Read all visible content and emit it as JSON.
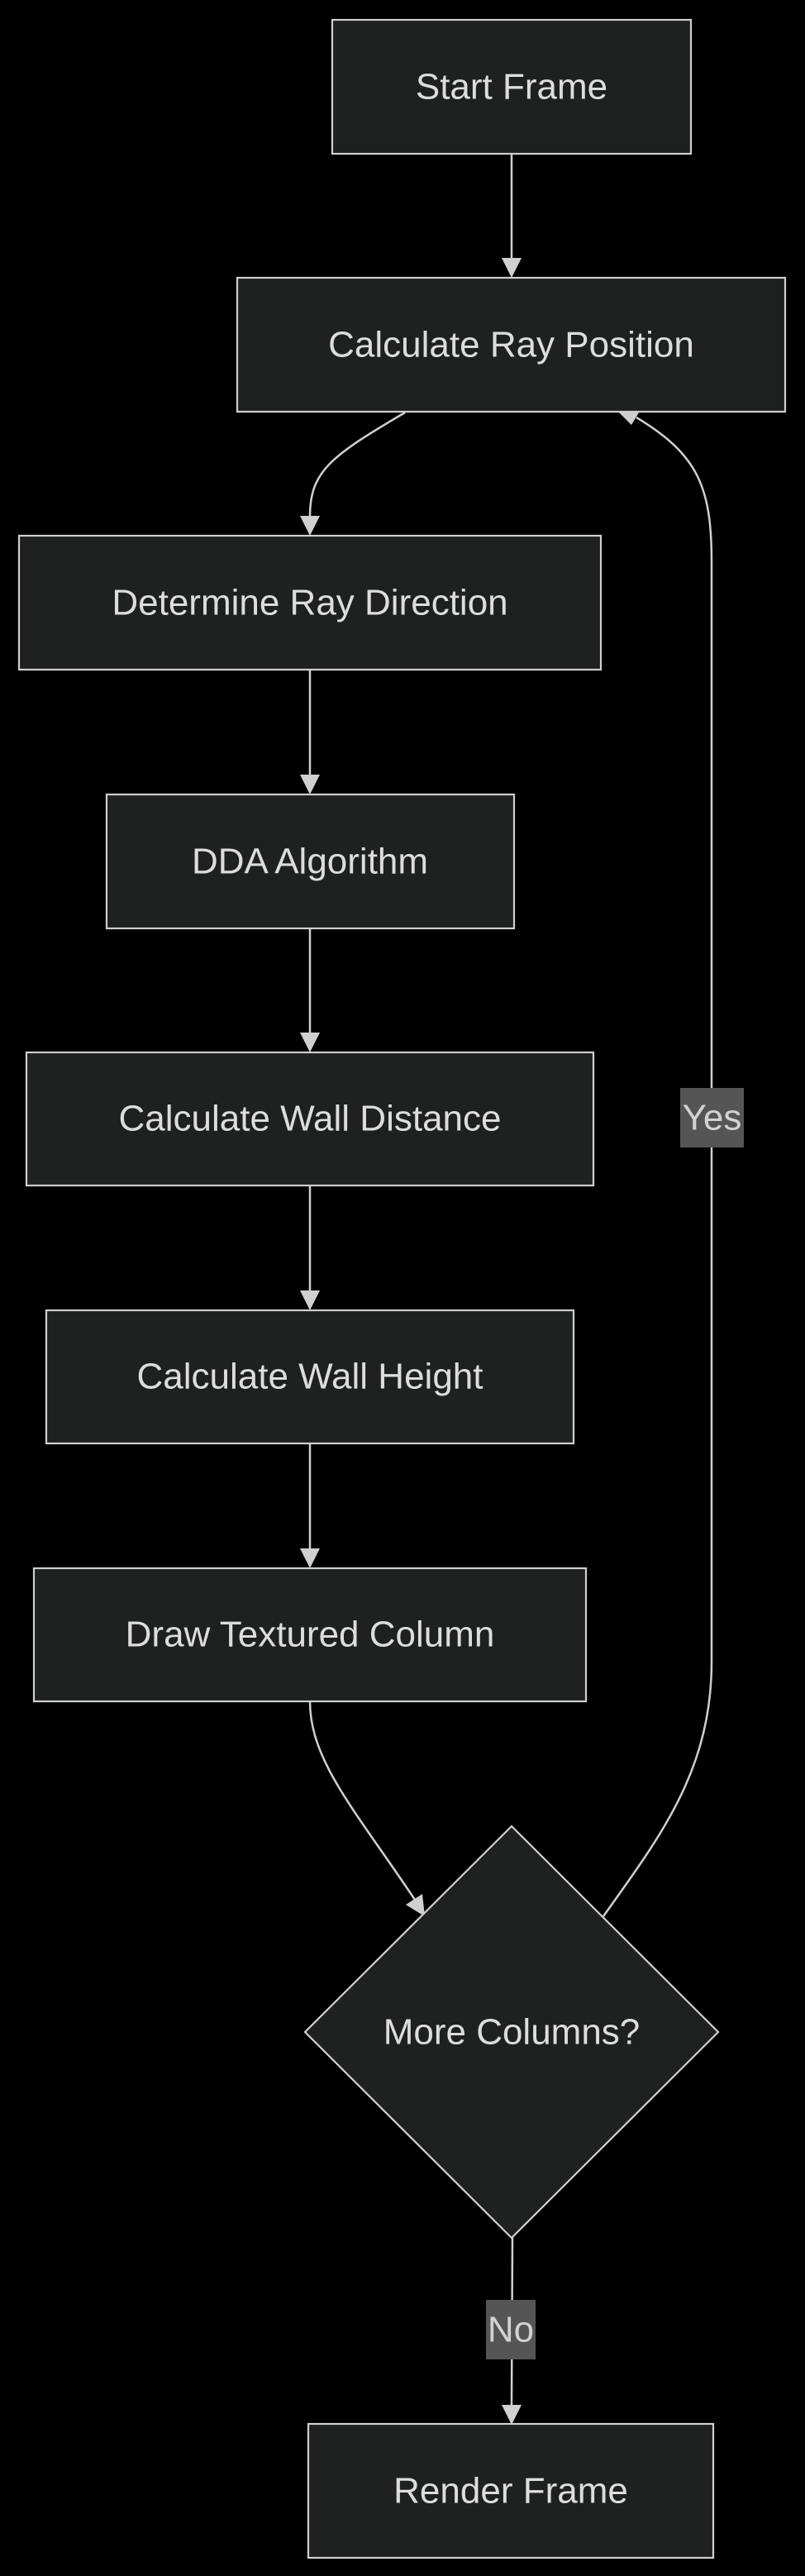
{
  "diagram": {
    "nodes": {
      "start_frame": "Start Frame",
      "calculate_ray_position": "Calculate Ray Position",
      "determine_ray_direction": "Determine Ray Direction",
      "dda_algorithm": "DDA Algorithm",
      "calculate_wall_distance": "Calculate Wall Distance",
      "calculate_wall_height": "Calculate Wall Height",
      "draw_textured_column": "Draw Textured Column",
      "more_columns": "More Columns?",
      "render_frame": "Render Frame"
    },
    "edge_labels": {
      "yes": "Yes",
      "no": "No"
    },
    "colors": {
      "background": "#000000",
      "node_fill": "#1f2020",
      "node_stroke": "#cfcfcf",
      "text": "#dddddd",
      "edge": "#d0d0d0",
      "edge_label_bg": "#555555"
    }
  }
}
